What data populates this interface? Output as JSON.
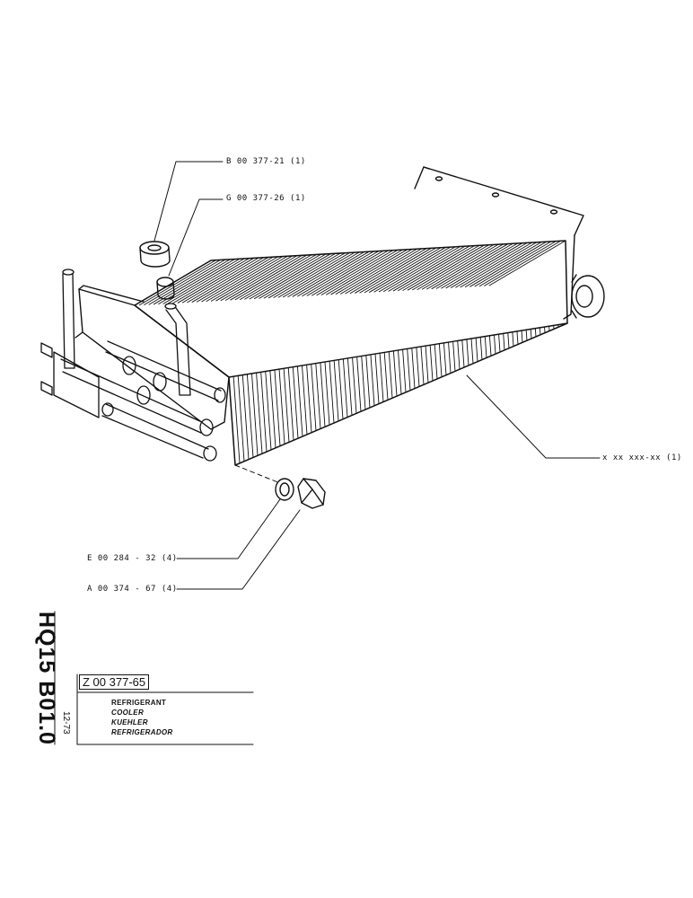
{
  "sheet": {
    "model_code": "HQ15  B01.0",
    "date": "12-73",
    "drawing_ref": "Z 00 377-65"
  },
  "title_lines": [
    "REFRIGERANT",
    "COOLER",
    "KUEHLER",
    "REFRIGERADOR"
  ],
  "callouts": {
    "b": "B 00 377-21  (1)",
    "g": "G 00 377-26  (1)",
    "x": "x xx xxx-xx (1)",
    "e": "E 00 284 - 32 (4)",
    "a": "A 00 374 - 67 (4)"
  }
}
